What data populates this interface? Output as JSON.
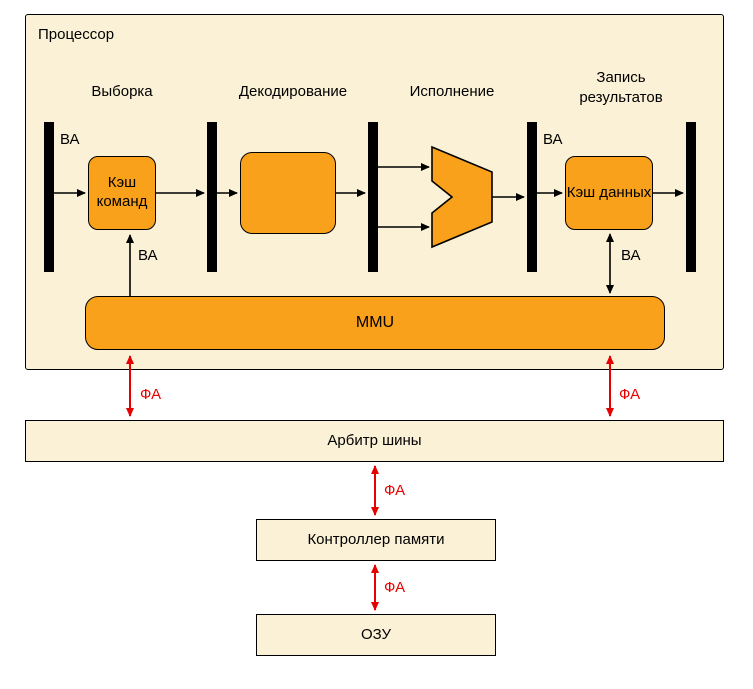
{
  "colors": {
    "block_orange": "#F9A11B",
    "panel_cream": "#FBF1D6",
    "arrow_red": "#E80000",
    "line_black": "#000000"
  },
  "processor": {
    "title": "Процессор"
  },
  "stages": {
    "fetch": "Выборка",
    "decode": "Декодирование",
    "execute": "Исполнение",
    "writeback": "Запись результатов"
  },
  "blocks": {
    "instruction_cache": "Кэш команд",
    "data_cache": "Кэш данных",
    "mmu": "MMU",
    "bus_arbiter": "Арбитр шины",
    "memory_controller": "Контроллер памяти",
    "ram": "ОЗУ"
  },
  "signals": {
    "virtual_address": "ВА",
    "physical_address": "ФА"
  }
}
